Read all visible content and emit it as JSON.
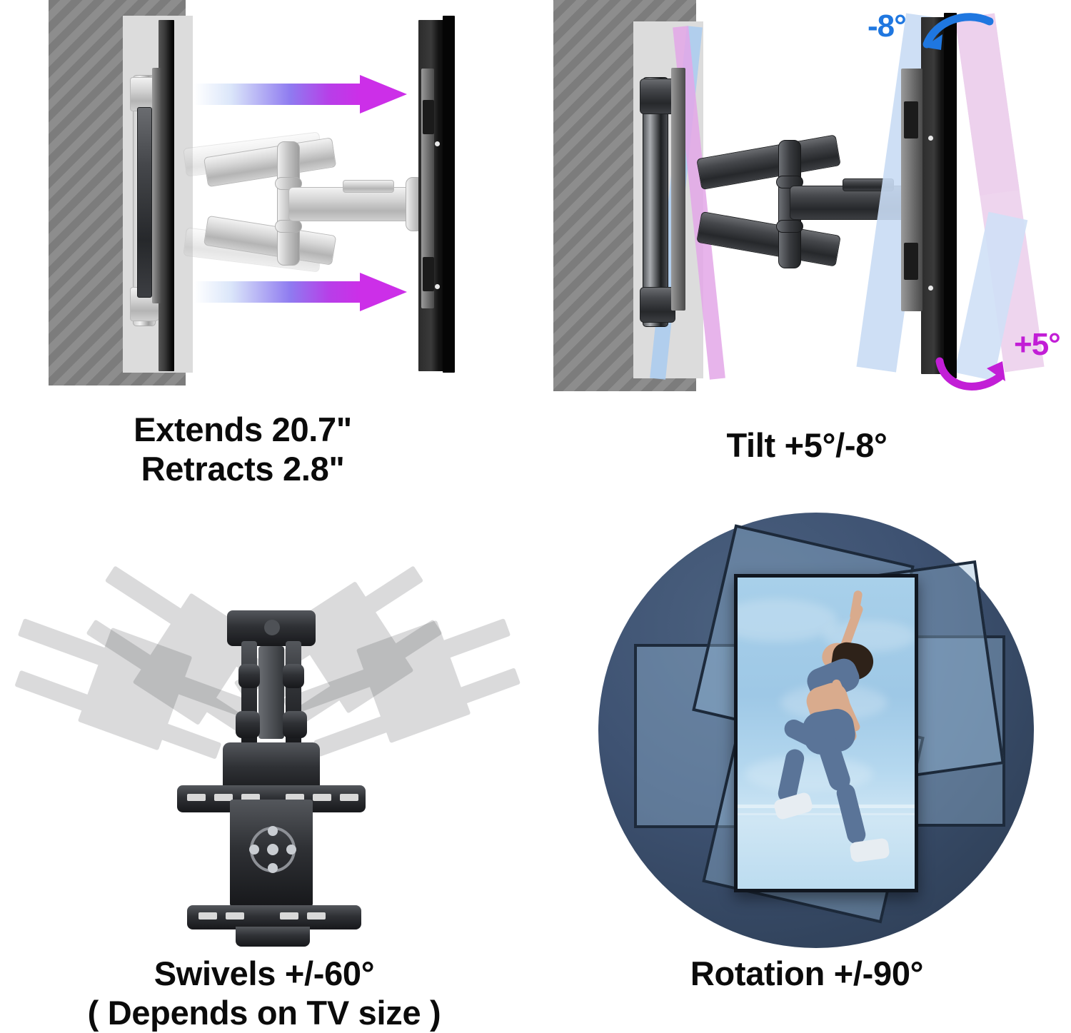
{
  "document": {
    "type": "product-feature-infographic",
    "subject": "full-motion TV wall mount",
    "background_color": "#ffffff"
  },
  "panels": [
    {
      "id": "extends",
      "caption_line1": "Extends 20.7\"",
      "caption_line2": "Retracts 2.8\"",
      "caption": "Extends 20.7\"\nRetracts 2.8\"",
      "illustration": "side view of wall mount fully extended from hatched wall with two gradient arrows pointing right toward the TV",
      "arrow_count": 2,
      "arrow_gradient_start": "#ffffff",
      "arrow_gradient_mid": "#8f7bf0",
      "arrow_gradient_end": "#cc2fe8",
      "wall_color": "#7c7c7c"
    },
    {
      "id": "tilt",
      "caption": "Tilt +5°/-8°",
      "illustration": "side view of mounted TV with translucent blue and pink ghost panels crossed in an X to show tilt range, plus curved arrows",
      "label_up": "-8°",
      "label_down": "+5°",
      "label_up_color": "#1f77e0",
      "label_down_color": "#c21ed6",
      "ghost_blue": "#c3d8f2",
      "ghost_pink": "#eccdea"
    },
    {
      "id": "swivel",
      "caption_line1": "Swivels +/-60°",
      "caption_line2": "( Depends on TV size )",
      "caption": "Swivels +/-60°\n( Depends on TV size )",
      "illustration": "top-down view of the mount centered with faded ghost copies swiveled left and right"
    },
    {
      "id": "rotation",
      "caption": "Rotation +/-90°",
      "illustration": "dark navy circle containing a portrait-oriented TV showing a leaping female athlete in blue activewear, with rotated ghost screens behind",
      "circle_color": "#3e5272",
      "screen_orientation": "portrait"
    }
  ],
  "colors": {
    "accent_magenta": "#cc2fe8",
    "accent_blue": "#1f77e0",
    "wall_gray": "#7c7c7c",
    "wall_stripe": "#8d8d8d",
    "retract_card": "#dcdcdc",
    "circle_navy": "#3e5272",
    "text": "#0b0b0b"
  }
}
